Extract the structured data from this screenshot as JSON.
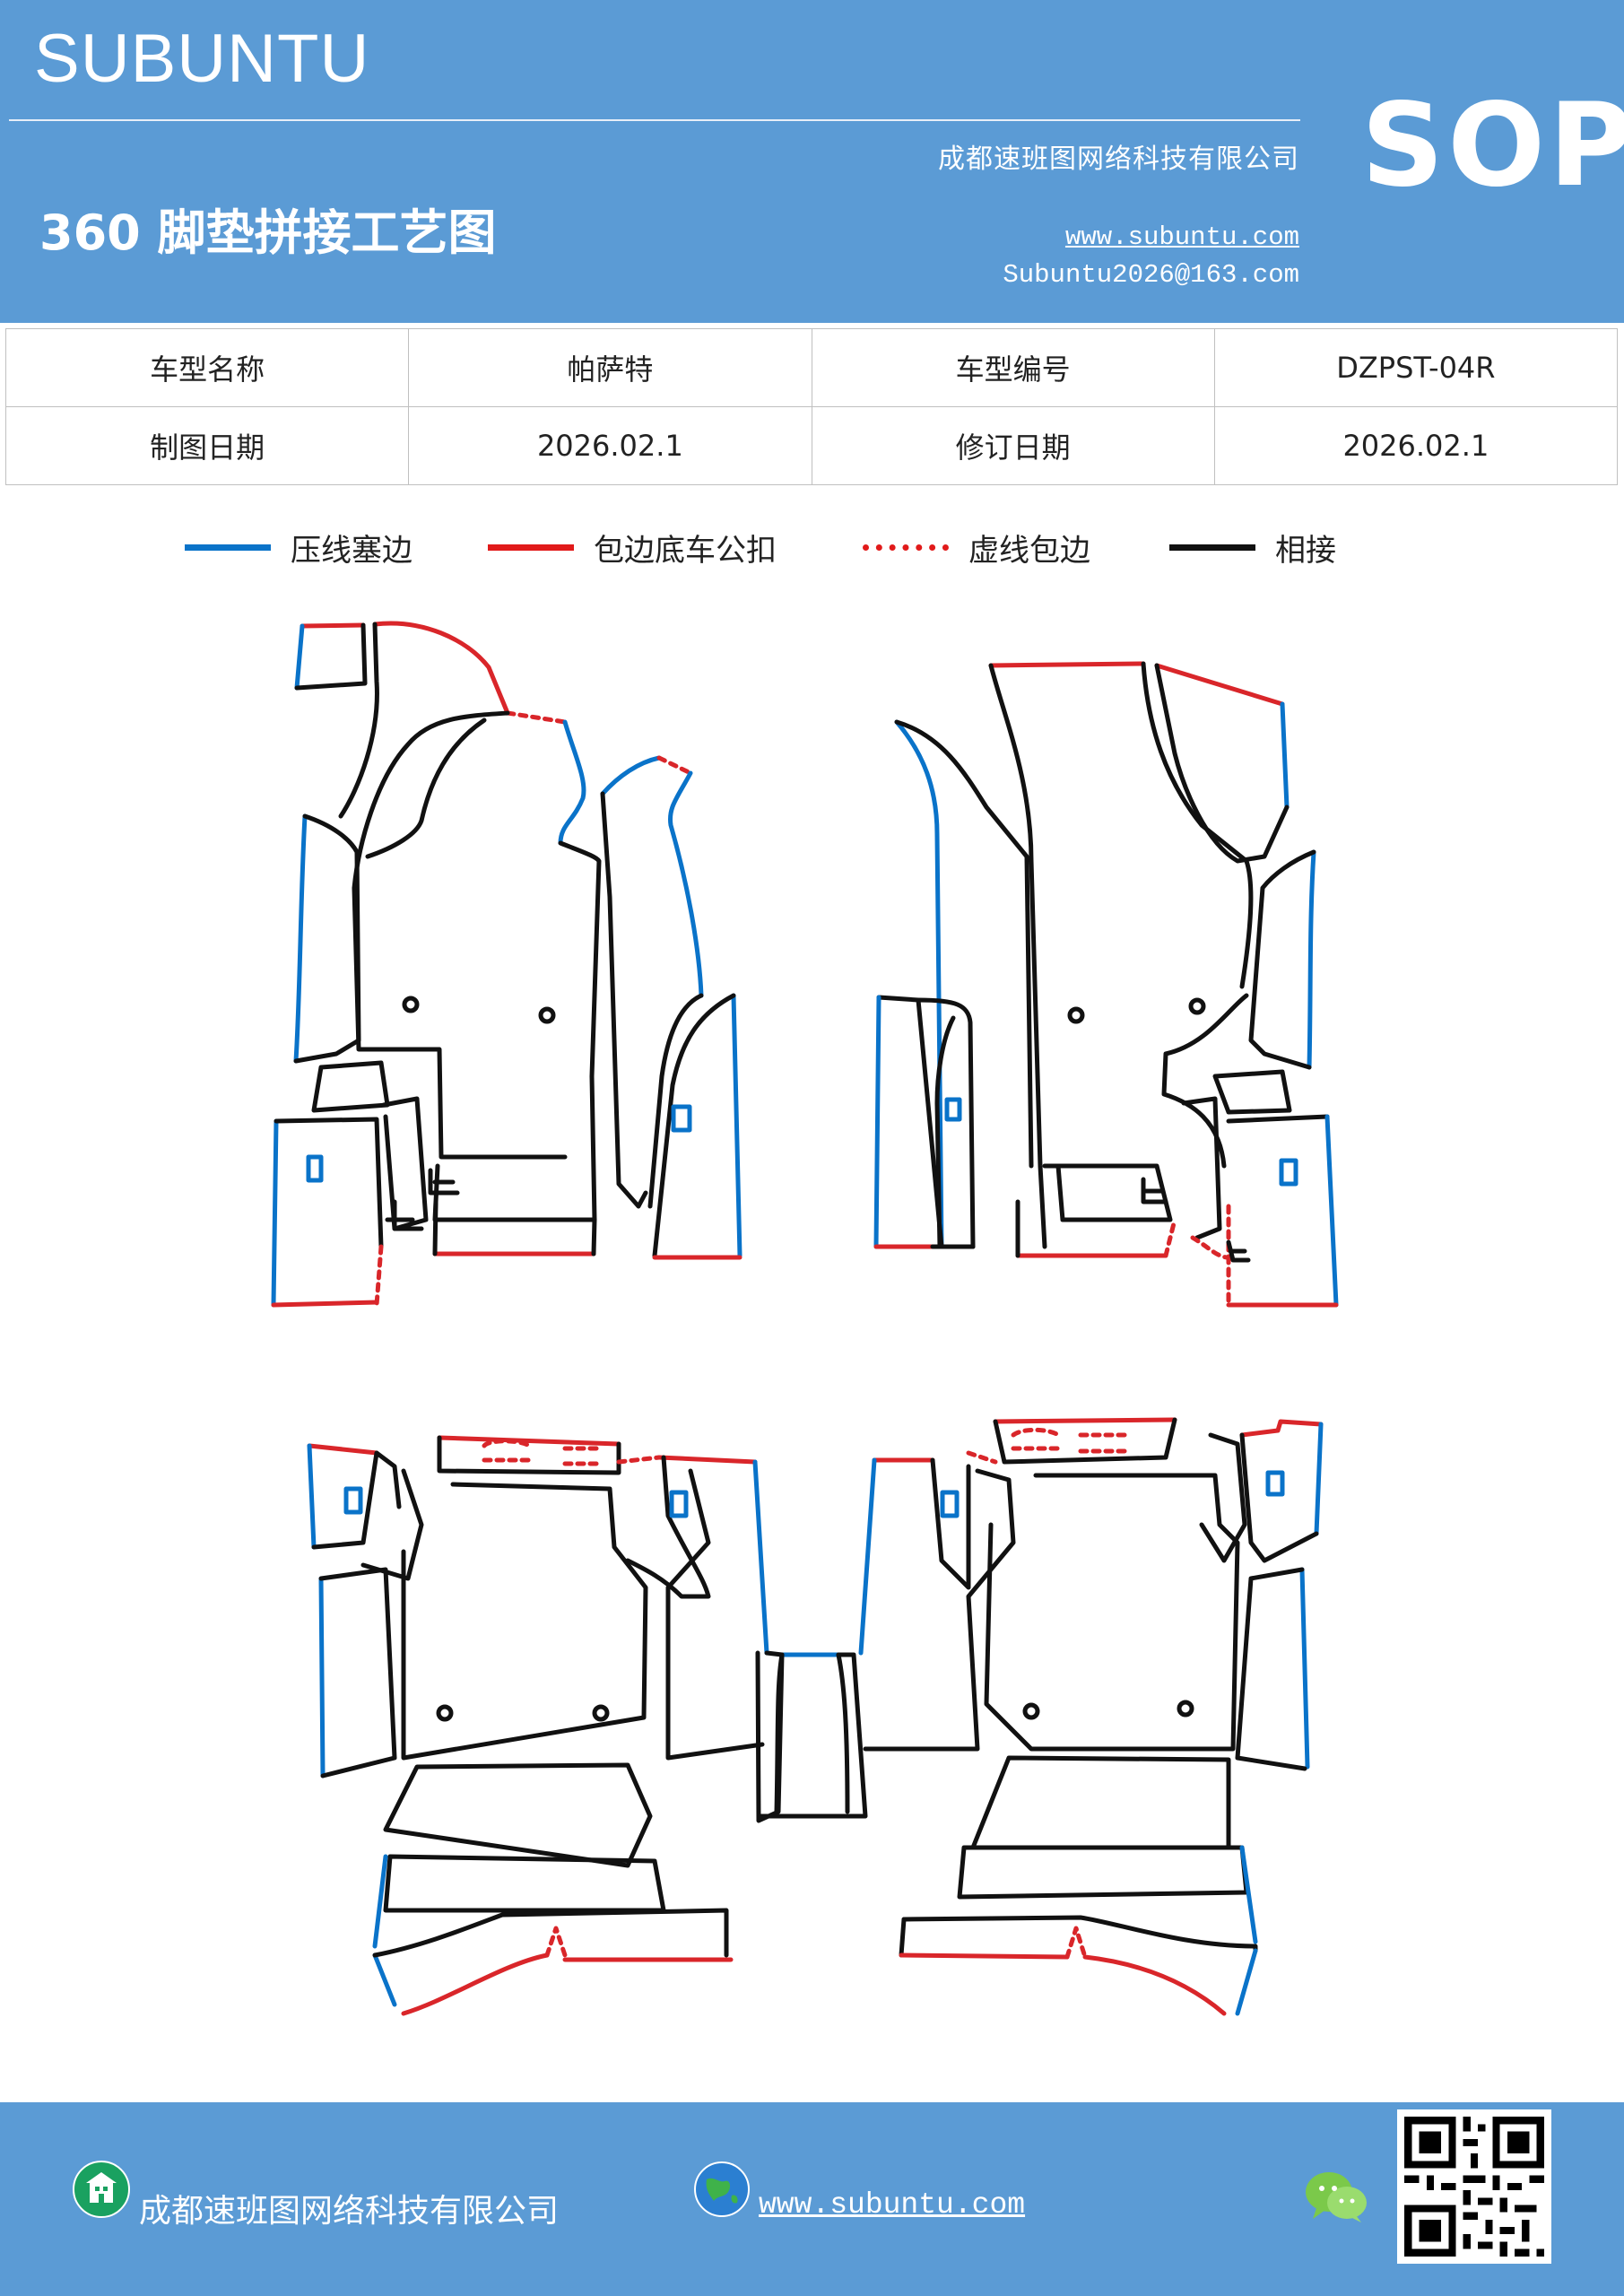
{
  "header": {
    "brand": "SUBUNTU",
    "sop": "SOP",
    "company": "成都速班图网络科技有限公司",
    "title": "360 脚垫拼接工艺图",
    "website": "www.subuntu.com",
    "email": "Subuntu2026@163.com"
  },
  "info_table": {
    "row1": [
      "车型名称",
      "帕萨特",
      "车型编号",
      "DZPST-04R"
    ],
    "row2": [
      "制图日期",
      "2026.02.1",
      "修订日期",
      "2026.02.1"
    ]
  },
  "legend": [
    {
      "label": "压线塞边",
      "color": "#0a73c9",
      "style": "solid"
    },
    {
      "label": "包边底车公扣",
      "color": "#e11a1a",
      "style": "solid"
    },
    {
      "label": "虚线包边",
      "color": "#e11a1a",
      "style": "dotted"
    },
    {
      "label": "相接",
      "color": "#111111",
      "style": "solid"
    }
  ],
  "colors": {
    "header_bg": "#5b9bd5",
    "press_line": "#0a73c9",
    "edge_binding": "#e11a1a",
    "joint": "#111111"
  },
  "footer": {
    "company": "成都速班图网络科技有限公司",
    "website": "www.subuntu.com"
  }
}
